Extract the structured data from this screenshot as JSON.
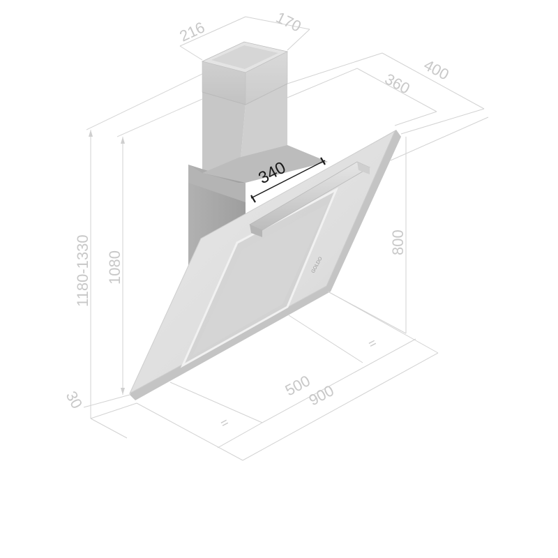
{
  "dimensions": {
    "chimney_width": "216",
    "chimney_depth": "170",
    "depth_inner": "360",
    "depth_outer": "400",
    "total_height_range": "1180-1330",
    "hood_height": "1080",
    "panel_height": "800",
    "bottom_thickness": "30",
    "duct_width": "340",
    "half_width": "500",
    "total_width": "900",
    "equal_mark_left": "=",
    "equal_mark_right": "="
  },
  "colors": {
    "dimension_text": "#c8c8c8",
    "dimension_lines": "#d2d2d2",
    "steel_light": "#e2e2e2",
    "steel_mid": "#c9c9c9",
    "steel_dark": "#a9a9a9"
  }
}
